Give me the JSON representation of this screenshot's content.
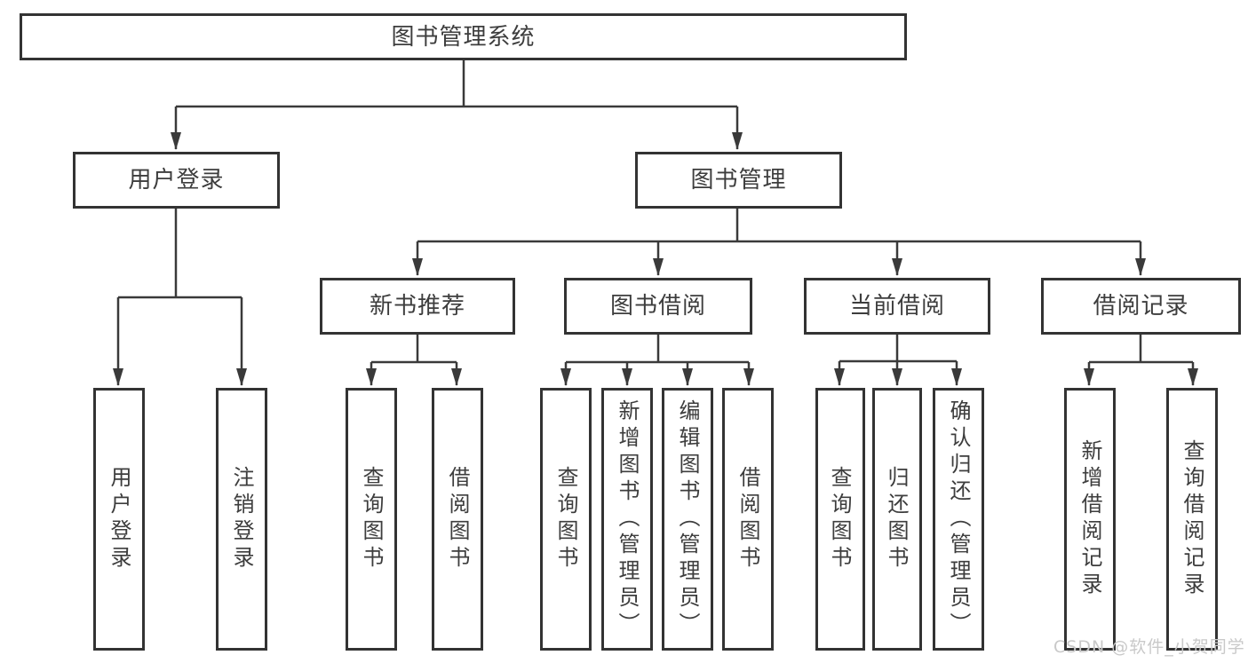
{
  "diagram": {
    "root": {
      "label": "图书管理系统"
    },
    "branches": [
      {
        "label": "用户登录",
        "children": [
          {
            "label": "用户登录"
          },
          {
            "label": "注销登录"
          }
        ]
      },
      {
        "label": "图书管理",
        "children": [
          {
            "label": "新书推荐",
            "children": [
              {
                "label": "查询图书"
              },
              {
                "label": "借阅图书"
              }
            ]
          },
          {
            "label": "图书借阅",
            "children": [
              {
                "label": "查询图书"
              },
              {
                "label": "新增图书（管理员）"
              },
              {
                "label": "编辑图书（管理员）"
              },
              {
                "label": "借阅图书"
              }
            ]
          },
          {
            "label": "当前借阅",
            "children": [
              {
                "label": "查询图书"
              },
              {
                "label": "归还图书"
              },
              {
                "label": "确认归还（管理员）"
              }
            ]
          },
          {
            "label": "借阅记录",
            "children": [
              {
                "label": "新增借阅记录"
              },
              {
                "label": "查询借阅记录"
              }
            ]
          }
        ]
      }
    ]
  },
  "watermark": {
    "text": "CSDN @软件_小贺同学"
  },
  "colors": {
    "line": "#3a3a3a",
    "box_border": "#333333",
    "text": "#3d3d3d",
    "watermark": "#c9c9c9",
    "background": "#ffffff"
  }
}
